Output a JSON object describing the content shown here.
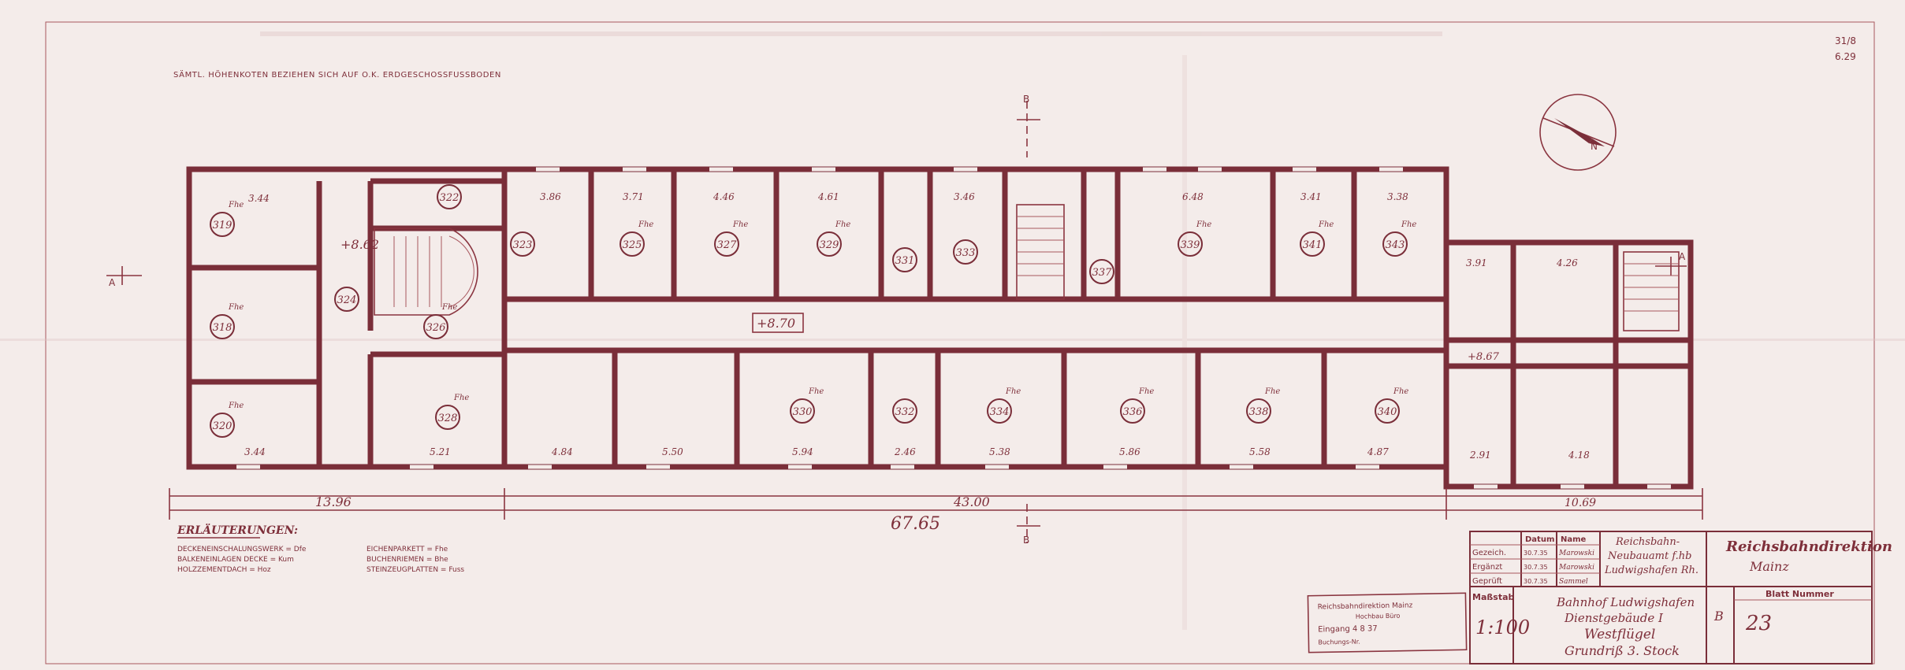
{
  "sheet": {
    "corner_code": [
      "31/8",
      "6.29"
    ],
    "heights_note": "SÄMTL. HÖHENKOTEN BEZIEHEN SICH AUF O.K. ERDGESCHOSSFUSSBODEN",
    "floor_level_main": "+8.70",
    "floor_level_left": "+8.62",
    "floor_level_right": "+8.67",
    "overall_length": "67.65",
    "middle_length": "43.00",
    "left_length": "13.96",
    "right_length": "10.69",
    "section_marks": [
      "A",
      "A",
      "B",
      "B"
    ],
    "north_label": "N"
  },
  "rooms": [
    {
      "id": "319",
      "label": "Fhe"
    },
    {
      "id": "318",
      "label": "Fhe"
    },
    {
      "id": "320",
      "label": "Fhe"
    },
    {
      "id": "324",
      "label": ""
    },
    {
      "id": "322",
      "label": ""
    },
    {
      "id": "328",
      "label": "Fhe"
    },
    {
      "id": "323",
      "label": ""
    },
    {
      "id": "325",
      "label": "Fhe"
    },
    {
      "id": "327",
      "label": "Fhe"
    },
    {
      "id": "329",
      "label": "Fhe"
    },
    {
      "id": "331",
      "label": ""
    },
    {
      "id": "333",
      "label": ""
    },
    {
      "id": "337",
      "label": ""
    },
    {
      "id": "339",
      "label": "Fhe"
    },
    {
      "id": "341",
      "label": "Fhe"
    },
    {
      "id": "343",
      "label": "Fhe"
    },
    {
      "id": "326",
      "label": "Fhe"
    },
    {
      "id": "330",
      "label": "Fhe"
    },
    {
      "id": "332",
      "label": ""
    },
    {
      "id": "334",
      "label": "Fhe"
    },
    {
      "id": "336",
      "label": "Fhe"
    },
    {
      "id": "338",
      "label": "Fhe"
    },
    {
      "id": "340",
      "label": "Fhe"
    }
  ],
  "dims_top": [
    "3.44",
    "3.86",
    "3.71",
    "4.46",
    "4.61",
    "3.46",
    "6.48",
    "3.41",
    "3.38",
    "3.91",
    "4.26"
  ],
  "dims_bottom": [
    "3.44",
    "5.21",
    "4.84",
    "5.50",
    "5.94",
    "2.46",
    "5.38",
    "5.86",
    "5.58",
    "4.87",
    "2.91",
    "4.18"
  ],
  "legend": {
    "title": "ERLÄUTERUNGEN:",
    "left": [
      "DECKENEINSCHALUNGSWERK = Dfe",
      "BALKENEINLAGEN DECKE = Kum",
      "HOLZZEMENTDACH = Hoz"
    ],
    "right": [
      "EICHENPARKETT = Fhe",
      "BUCHENRIEMEN = Bhe",
      "STEINZEUGPLATTEN = Fuss"
    ]
  },
  "title_block": {
    "authority": "Reichsbahndirektion",
    "authority_city": "Mainz",
    "col_datum": "Datum",
    "col_name": "Name",
    "rows": [
      {
        "label": "Gezeich.",
        "date": "30.7.35",
        "name": "Marowski"
      },
      {
        "label": "Ergänzt",
        "date": "30.7.35",
        "name": "Marowski"
      },
      {
        "label": "Geprüft",
        "date": "30.7.35",
        "name": "Sammel"
      }
    ],
    "office_line1": "Reichsbahn-",
    "office_line2": "Neubauamt f.hb",
    "office_line3": "Ludwigshafen Rh.",
    "scale_label": "Maßstab",
    "scale": "1:100",
    "project_line1": "Bahnhof Ludwigshafen",
    "project_line2": "Dienstgebäude I",
    "project_line3": "Westflügel",
    "project_line4": "Grundriß 3. Stock",
    "sheet_letter": "B",
    "sheet_number_label": "Blatt Nummer",
    "sheet_number": "23",
    "stamp_line1": "Reichsbahndirektion Mainz",
    "stamp_line2": "Hochbau Büro",
    "stamp_line3": "Eingang  4  8  37",
    "stamp_line4": "Buchungs-Nr."
  }
}
